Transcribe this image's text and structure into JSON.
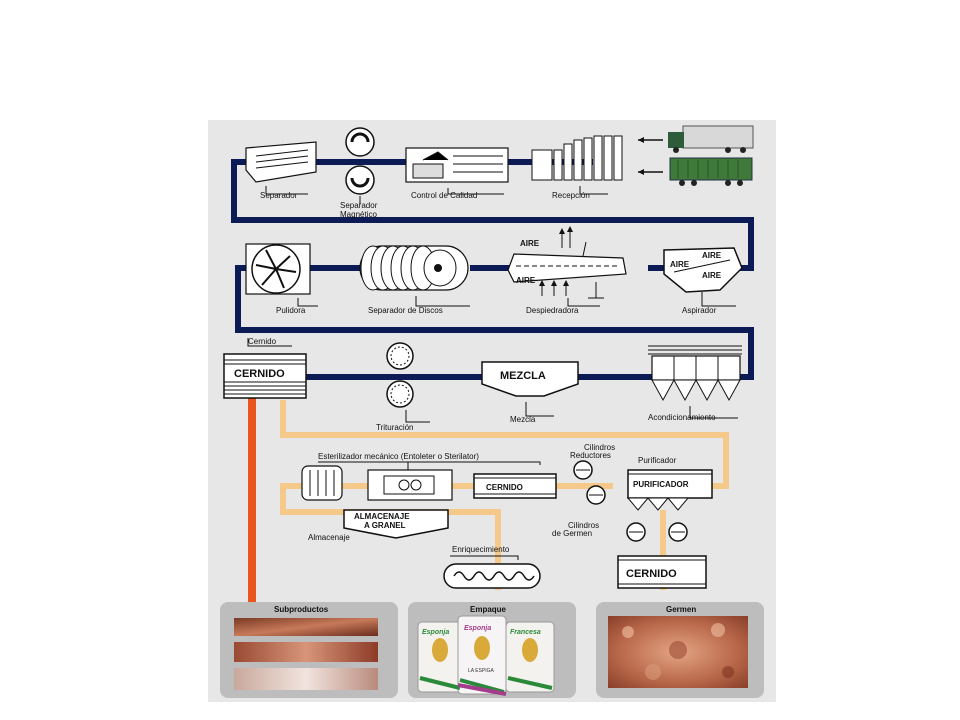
{
  "labels": {
    "separador": "Separador",
    "separador_magnetico_1": "Separador",
    "separador_magnetico_2": "Magnético",
    "control_calidad": "Control de Calidad",
    "recepcion": "Recepción",
    "pulidora": "Pulidora",
    "separador_discos": "Separador de Discos",
    "despiedradora": "Despiedradora",
    "aspirador": "Aspirador",
    "aire": "AIRE",
    "cernido_label": "Cernido",
    "cernido_box": "CERNIDO",
    "mezcla_box": "MEZCLA",
    "mezcla": "Mezcla",
    "trituracion": "Trituración",
    "acondicionamiento": "Acondicionamiento",
    "esterilizador": "Esterilizador mecánico (Entoleter o Sterilator)",
    "cilindros_reductores_1": "Cilindros",
    "cilindros_reductores_2": "Reductores",
    "purificador_label": "Purificador",
    "purificador_box": "PURIFICADOR",
    "almacenaje_box_1": "ALMACENAJE",
    "almacenaje_box_2": "A GRANEL",
    "almacenaje_label": "Almacenaje",
    "cilindros_germen_1": "Cilindros",
    "cilindros_germen_2": "de Germen",
    "enriquecimiento": "Enriquecimiento",
    "subproductos": "Subproductos",
    "empaque": "Empaque",
    "germen": "Germen",
    "bag_brand_1": "Esponja",
    "bag_brand_2": "Esponja",
    "bag_brand_3": "Francesa",
    "bag_maker": "LA ESPIGA"
  },
  "colors": {
    "main_flow": "#0c1a55",
    "flour_flow": "#f4c98a",
    "byproduct_flow": "#e8561e",
    "panel": "#e7e7e7"
  }
}
